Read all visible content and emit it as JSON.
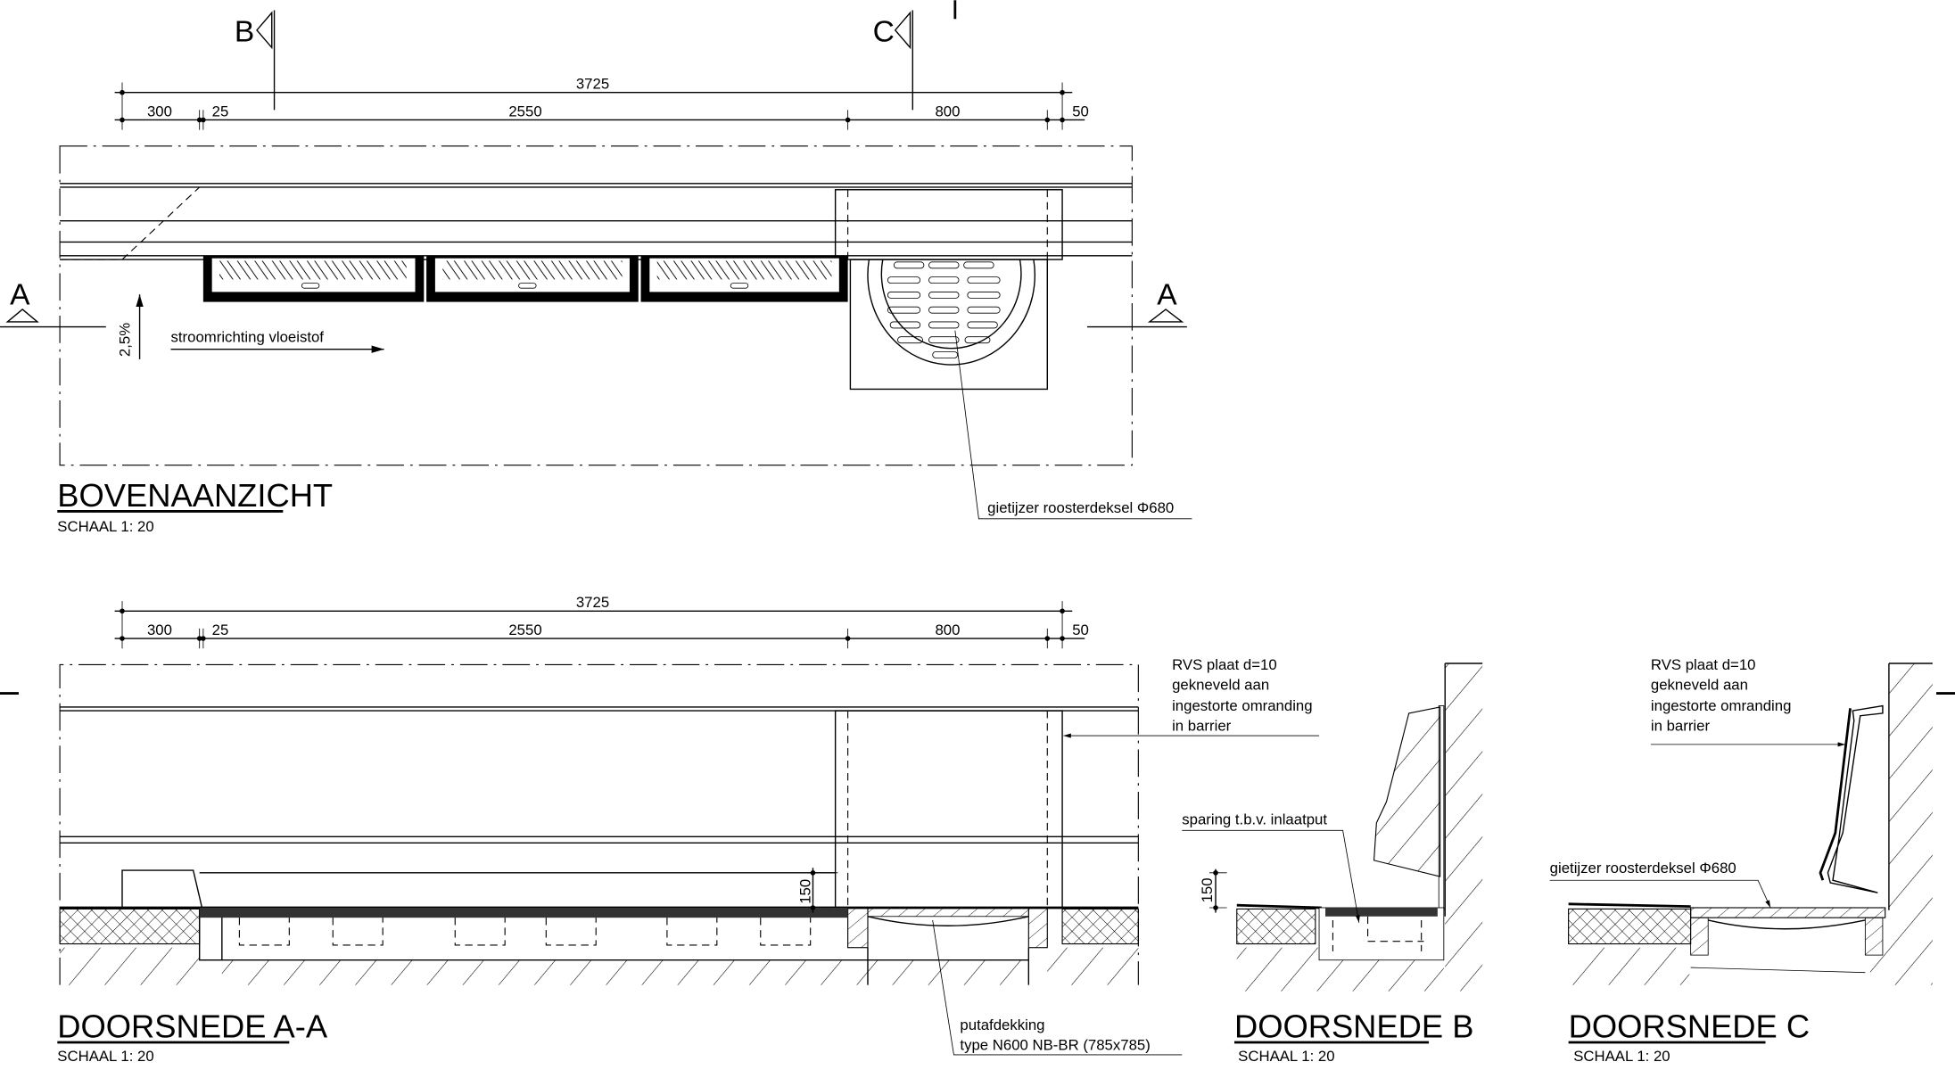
{
  "section_markers": {
    "b": "B",
    "c": "C",
    "a_left": "A",
    "a_right": "A"
  },
  "plan_view": {
    "title": "BOVENAANZICHT",
    "scale": "SCHAAL 1: 20",
    "dim_total": "3725",
    "dims": [
      "300",
      "25",
      "2550",
      "800",
      "50"
    ],
    "slope": "2,5%",
    "flow_label": "stroomrichting vloeistof",
    "grate_label": "gietijzer roosterdeksel Φ680"
  },
  "section_aa": {
    "title": "DOORSNEDE A-A",
    "scale": "SCHAAL 1: 20",
    "dim_total": "3725",
    "dims": [
      "300",
      "25",
      "2550",
      "800",
      "50"
    ],
    "height_dim": "150",
    "cover_label": [
      "putafdekking",
      "type N600 NB-BR (785x785)"
    ]
  },
  "section_b": {
    "title": "DOORSNEDE B",
    "scale": "SCHAAL 1: 20",
    "plate_label": [
      "RVS plaat d=10",
      "gekneveld aan",
      "ingestorte omranding",
      "in barrier"
    ],
    "recess_label": "sparing t.b.v. inlaatput",
    "height_dim": "150"
  },
  "section_c": {
    "title": "DOORSNEDE C",
    "scale": "SCHAAL 1: 20",
    "plate_label": [
      "RVS plaat d=10",
      "gekneveld aan",
      "ingestorte omranding",
      "in barrier"
    ],
    "grate_label": "gietijzer roosterdeksel Φ680"
  }
}
